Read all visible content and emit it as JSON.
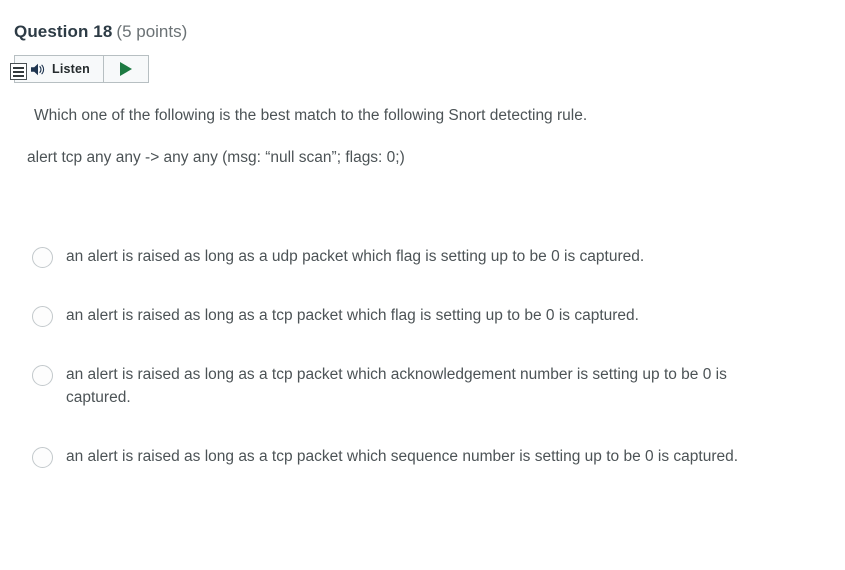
{
  "header": {
    "title": "Question 18",
    "points": "(5 points)"
  },
  "toolbar": {
    "listen_label": "Listen",
    "speaker_icon": "speaker-icon",
    "play_icon": "play-triangle-icon",
    "drag_handle_icon": "hamburger-drag-handle-icon"
  },
  "question": {
    "prompt": "Which one of the following is the best match to the following Snort detecting rule.",
    "rule": "alert tcp any any -> any any (msg: “null scan”; flags: 0;)"
  },
  "answers": [
    {
      "text": "an alert is raised as long as a udp packet which flag is setting up to be 0 is captured.",
      "selected": false
    },
    {
      "text": "an alert is raised as long as a tcp packet which flag is setting up to be 0 is captured.",
      "selected": false
    },
    {
      "text": "an alert is raised as long as a tcp packet which acknowledgement number is setting up to be 0 is captured.",
      "selected": false
    },
    {
      "text": "an alert is raised as long as a tcp packet which sequence number is setting up to be 0 is captured.",
      "selected": false
    }
  ],
  "colors": {
    "text": "#4c5356",
    "title": "#2d3b45",
    "play_green": "#1d7a42",
    "toolbar_border": "#b7bfc2"
  }
}
